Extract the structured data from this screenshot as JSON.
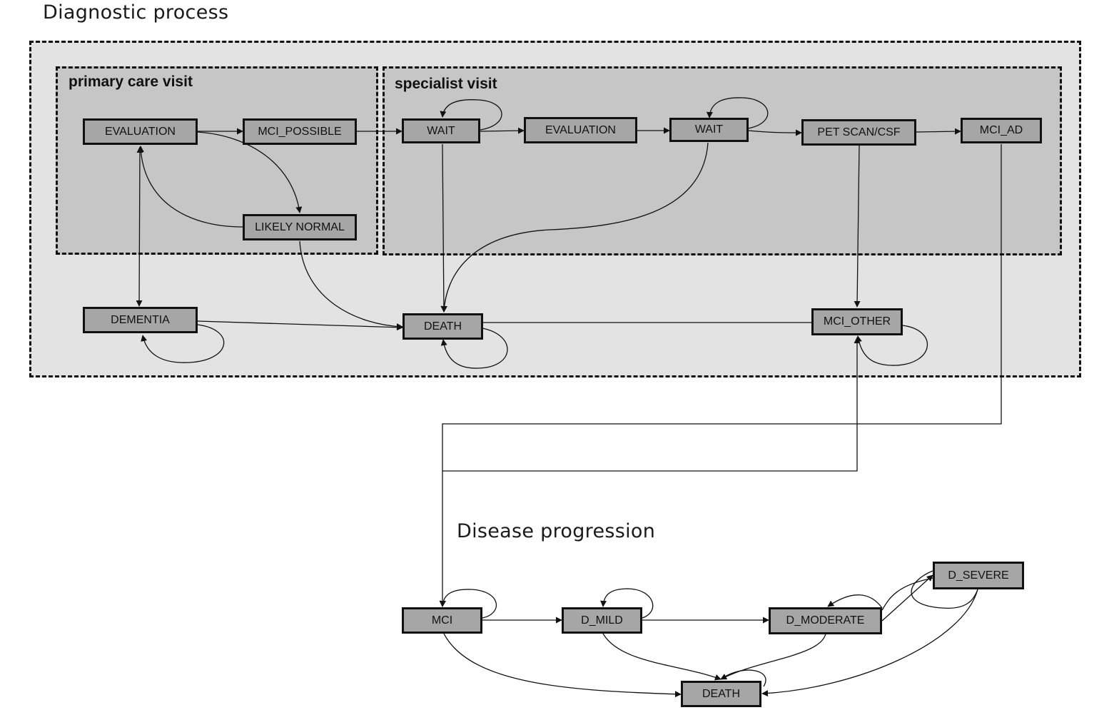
{
  "titles": {
    "diagnostic": "Diagnostic process",
    "progression": "Disease progression"
  },
  "groups": {
    "primary": "primary care visit",
    "specialist": "specialist visit"
  },
  "nodes": {
    "evaluation_pc": "EVALUATION",
    "mci_possible": "MCI_POSSIBLE",
    "likely_normal": "LIKELY NORMAL",
    "wait_1": "WAIT",
    "evaluation_sp": "EVALUATION",
    "wait_2": "WAIT",
    "pet_scan": "PET SCAN/CSF",
    "mci_ad": "MCI_AD",
    "dementia": "DEMENTIA",
    "death_dx": "DEATH",
    "mci_other": "MCI_OTHER",
    "mci": "MCI",
    "d_mild": "D_MILD",
    "d_moderate": "D_MODERATE",
    "d_severe": "D_SEVERE",
    "death_prog": "DEATH"
  },
  "colors": {
    "outer_fill": "#e3e3e3",
    "group_fill": "#c6c6c6",
    "node_fill": "#a6a6a6",
    "stroke": "#111111"
  }
}
